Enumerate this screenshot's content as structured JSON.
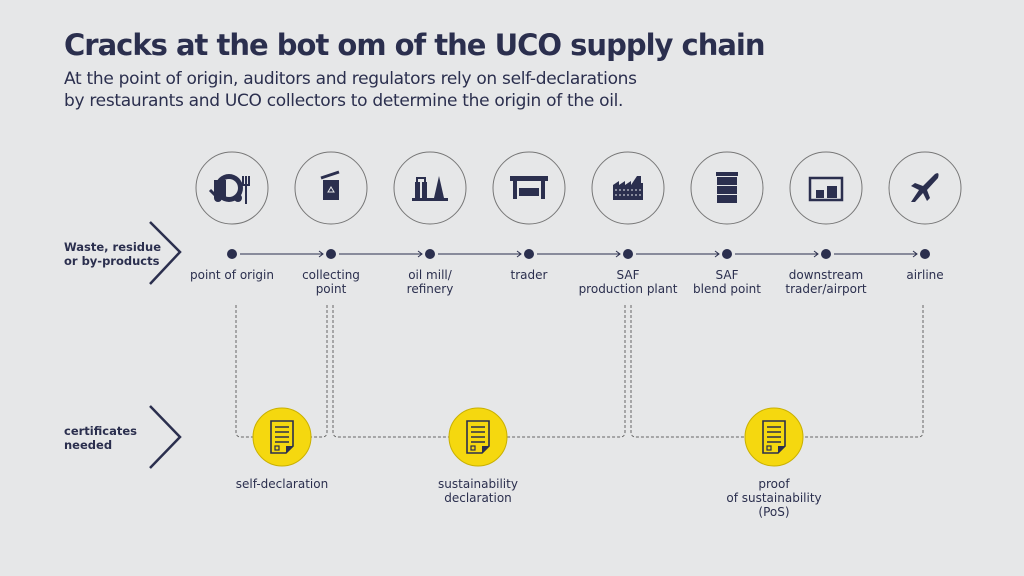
{
  "title": "Cracks at the bot om of the UCO supply chain",
  "subtitle_line1": "At the point of origin, auditors and regulators rely on self-declarations",
  "subtitle_line2": "by restaurants and UCO collectors to determine the origin of the oil.",
  "row_labels": {
    "chain_line1": "Waste, residue",
    "chain_line2": "or by-products",
    "cert_line1": "certificates",
    "cert_line2": "needed"
  },
  "stages": [
    {
      "l1": "point of origin",
      "l2": "",
      "icon": "restaurant-food-icon"
    },
    {
      "l1": "collecting",
      "l2": "point",
      "icon": "recycle-bin-icon"
    },
    {
      "l1": "oil mill/",
      "l2": "refinery",
      "icon": "refinery-icon"
    },
    {
      "l1": "trader",
      "l2": "",
      "icon": "warehouse-icon"
    },
    {
      "l1": "SAF",
      "l2": "production plant",
      "icon": "factory-icon"
    },
    {
      "l1": "SAF",
      "l2": "blend point",
      "icon": "barrel-icon"
    },
    {
      "l1": "downstream",
      "l2": "trader/airport",
      "icon": "hangar-icon"
    },
    {
      "l1": "airline",
      "l2": "",
      "icon": "airplane-icon"
    }
  ],
  "certificates": [
    {
      "l1": "self-declaration",
      "l2": "",
      "l3": ""
    },
    {
      "l1": "sustainability",
      "l2": "declaration",
      "l3": ""
    },
    {
      "l1": "proof",
      "l2": "of sustainability",
      "l3": "(PoS)"
    }
  ],
  "colors": {
    "navy": "#2b2f4e",
    "yellow": "#f5d80f",
    "background": "#e6e7e8"
  }
}
